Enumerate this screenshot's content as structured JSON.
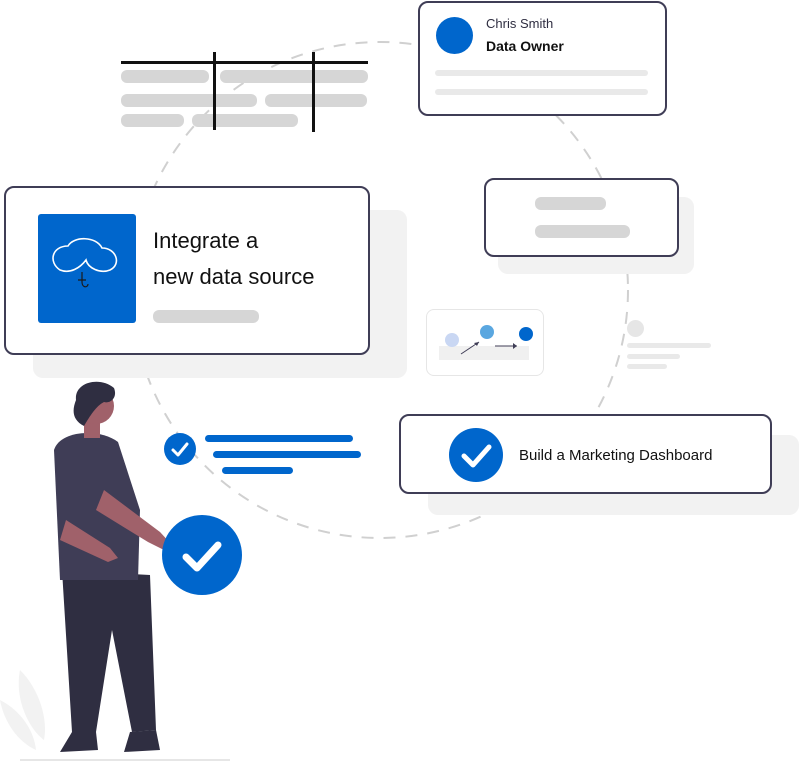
{
  "owner_card": {
    "name": "Chris Smith",
    "role": "Data Owner"
  },
  "integrate_card": {
    "line1": "Integrate a",
    "line2": "new data source"
  },
  "dashboard_card": {
    "label": "Build a Marketing Dashboard"
  },
  "icons": {
    "avatar": "avatar-circle",
    "integrate": "cloud-plug-icon",
    "checks": "check-circle-icon",
    "flow": "flow-diagram-icon"
  },
  "colors": {
    "accent": "#0066cc",
    "dark": "#3f3d56",
    "gray": "#d6d6d6"
  }
}
